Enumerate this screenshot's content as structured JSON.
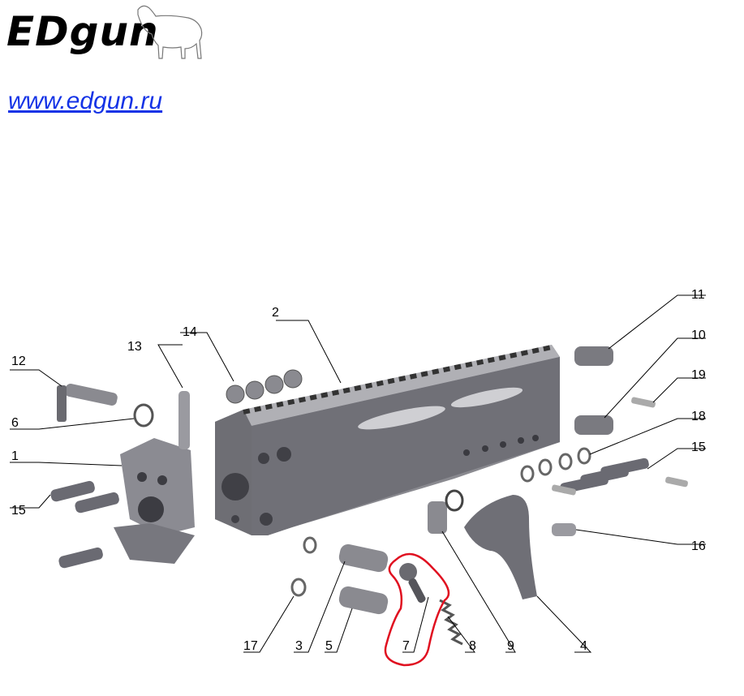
{
  "brand": {
    "logo_text": "EDgun",
    "website": "www.edgun.ru"
  },
  "callouts": {
    "n1": "1",
    "n2": "2",
    "n3": "3",
    "n4": "4",
    "n5": "5",
    "n6": "6",
    "n7": "7",
    "n8": "8",
    "n9": "9",
    "n10": "10",
    "n11": "11",
    "n12": "12",
    "n13": "13",
    "n14": "14",
    "n15a": "15",
    "n15b": "15",
    "n16": "16",
    "n17": "17",
    "n18": "18",
    "n19": "19"
  },
  "colors": {
    "link": "#1433e6",
    "highlight": "#e01020",
    "part": "#6b6b70",
    "part_light": "#b9b9bd"
  }
}
